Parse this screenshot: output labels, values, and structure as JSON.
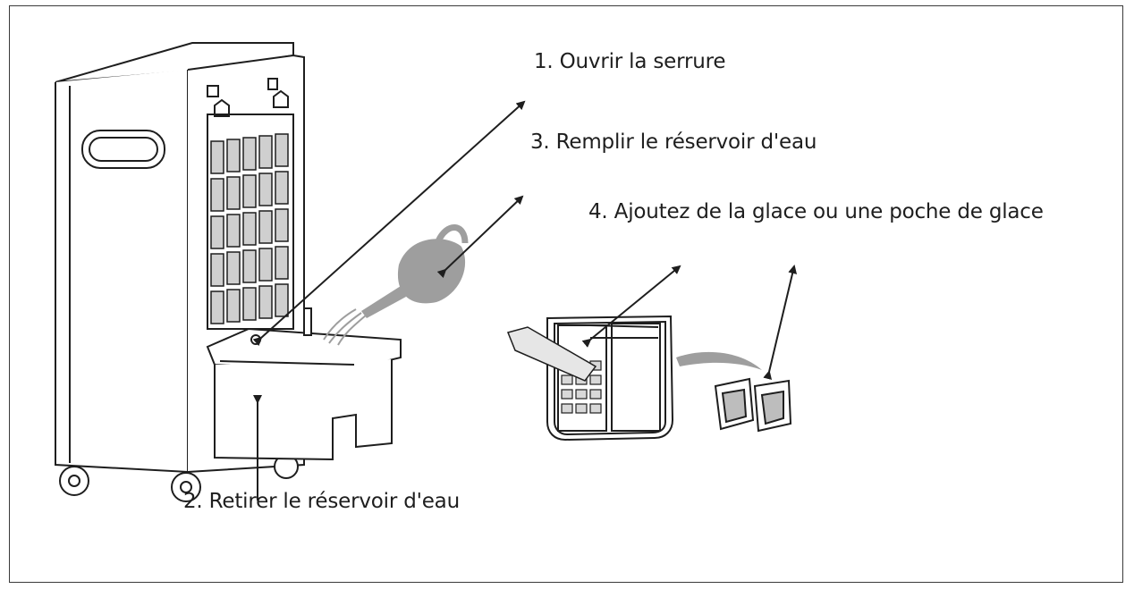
{
  "steps": {
    "step1": "1. Ouvrir la serrure",
    "step2": "2. Retirer le réservoir d'eau",
    "step3": "3. Remplir le réservoir d'eau",
    "step4": "4. Ajoutez de la glace ou une poche de glace"
  },
  "icons": [
    "air-cooler-unit",
    "water-tank",
    "watering-can",
    "tank-top-view",
    "ice-pack"
  ],
  "colors": {
    "line": "#1e1e1e",
    "water": "#9e9e9e",
    "background": "#ffffff"
  }
}
